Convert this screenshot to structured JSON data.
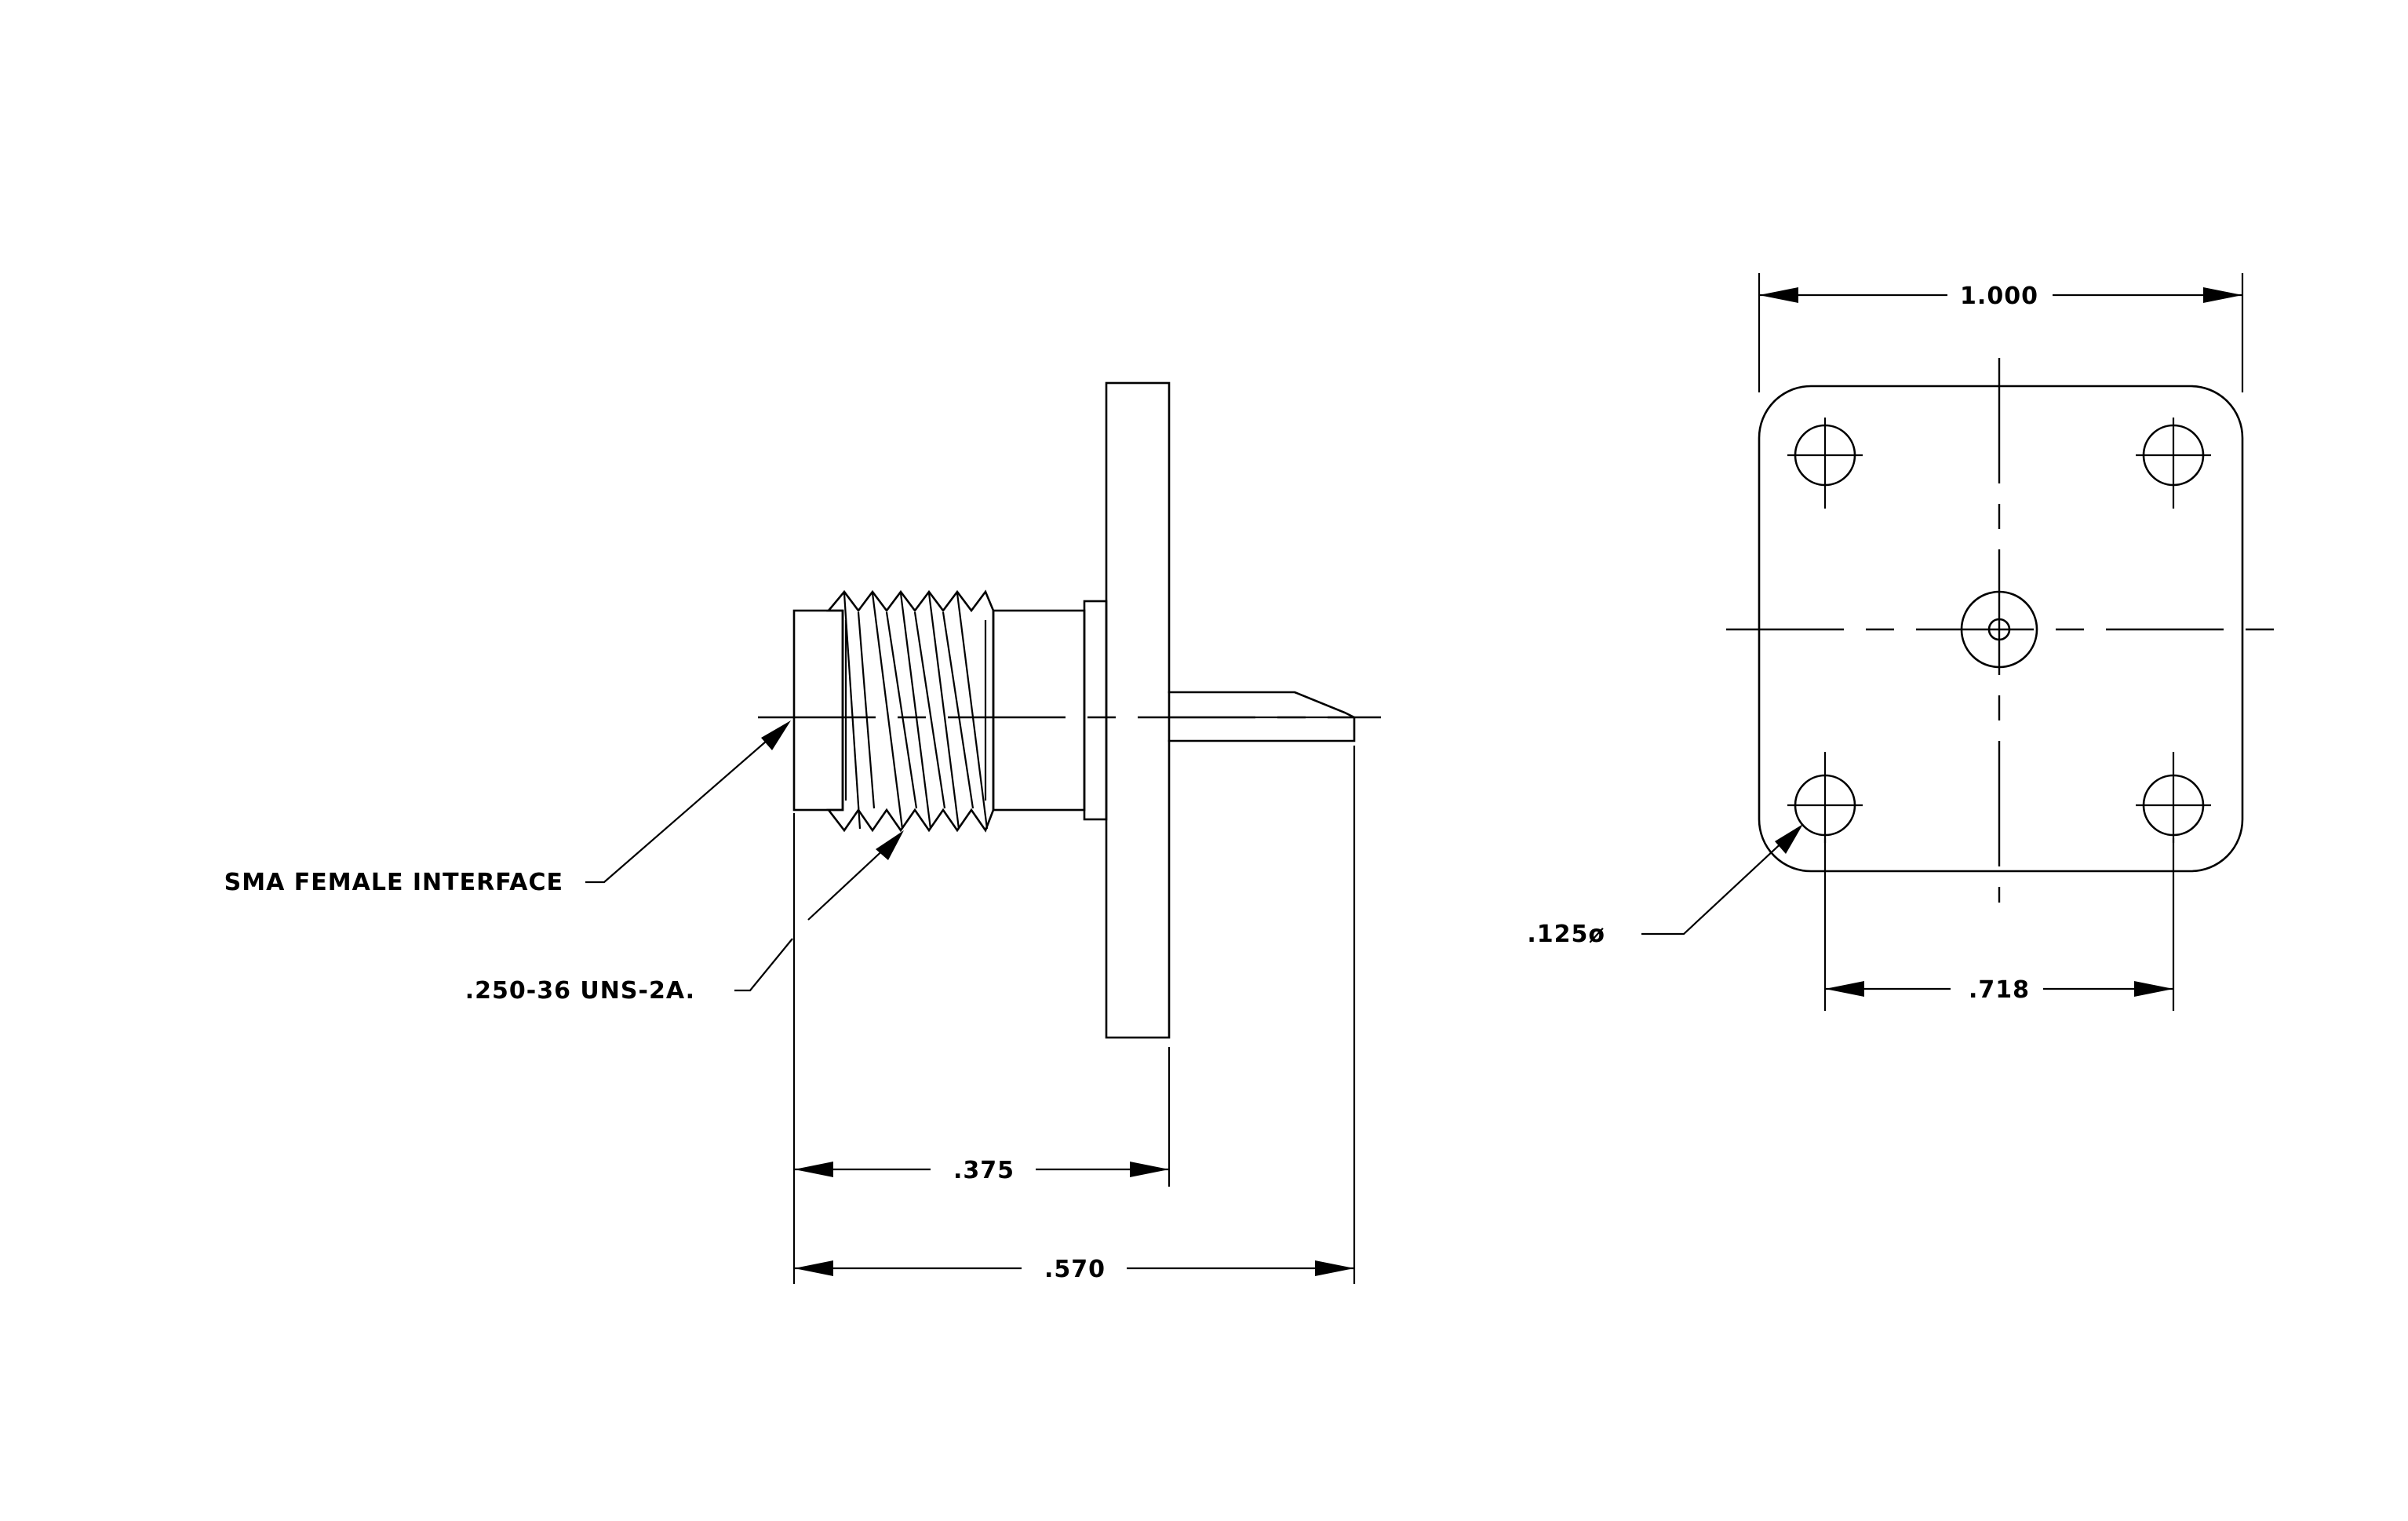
{
  "labels": {
    "sma_female_interface": "SMA FEMALE INTERFACE",
    "thread_spec": ".250-36 UNS-2A.",
    "dim_375": ".375",
    "dim_570": ".570",
    "dim_1000": "1.000",
    "dim_718": ".718",
    "hole_dia": ".125ø"
  },
  "colors": {
    "line": "#000000",
    "background": "#ffffff"
  }
}
